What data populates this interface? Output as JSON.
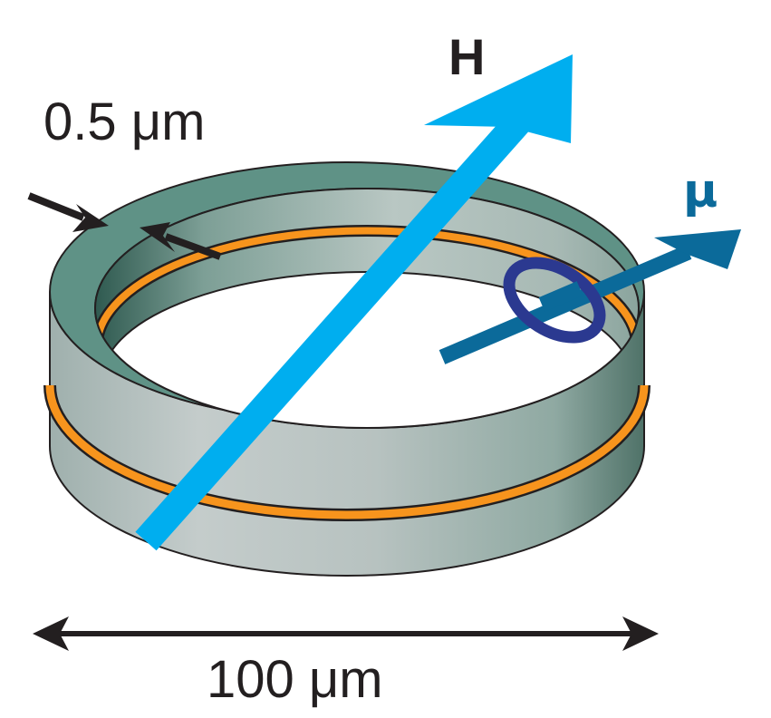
{
  "labels": {
    "thickness": "0.5 μm",
    "width": "100 μm",
    "field": "H",
    "moment": "μ"
  },
  "colors": {
    "field_arrow": "#00aeef",
    "moment_arrow": "#0b6a9a",
    "moment_loop": "#2b3990",
    "ring_top": "#5f9286",
    "ring_wall": "#b9c3c1",
    "ring_inner_wall": "#7fa49b",
    "stripe": "#f7941d",
    "outline": "#231f20"
  },
  "icons": {
    "dimension_arrow": "double-headed-arrow",
    "thickness_arrows": "inward-pointing-arrows",
    "field_arrow": "field-vector-arrow",
    "moment_arrow": "moment-vector-arrow",
    "current_loop": "ellipse-loop"
  }
}
